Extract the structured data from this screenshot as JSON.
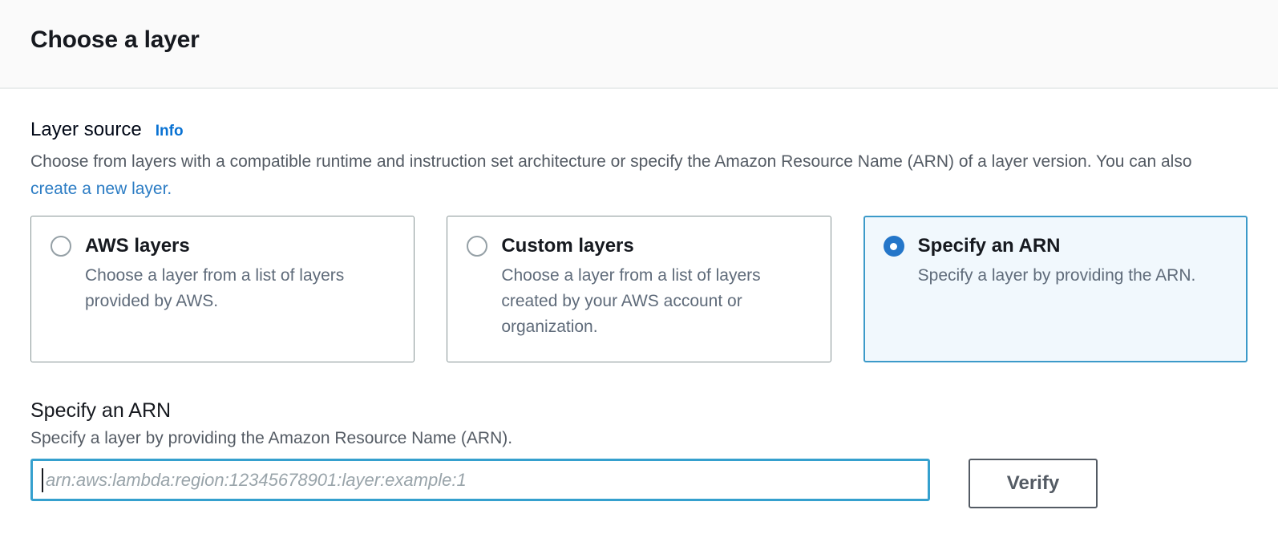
{
  "header": {
    "title": "Choose a layer"
  },
  "layer_source": {
    "label": "Layer source",
    "info_link": "Info",
    "description": "Choose from layers with a compatible runtime and instruction set architecture or specify the Amazon Resource Name (ARN) of a layer version. You can also ",
    "create_link": "create a new layer."
  },
  "options": [
    {
      "title": "AWS layers",
      "description": "Choose a layer from a list of layers provided by AWS.",
      "selected": false
    },
    {
      "title": "Custom layers",
      "description": "Choose a layer from a list of layers created by your AWS account or organization.",
      "selected": false
    },
    {
      "title": "Specify an ARN",
      "description": "Specify a layer by providing the ARN.",
      "selected": true
    }
  ],
  "arn_section": {
    "title": "Specify an ARN",
    "description": "Specify a layer by providing the Amazon Resource Name (ARN).",
    "input": {
      "value": "",
      "placeholder": "arn:aws:lambda:region:12345678901:layer:example:1"
    },
    "verify_button": "Verify"
  },
  "colors": {
    "header_bg": "#fafafa",
    "divider": "#eaeded",
    "heading_text": "#16191f",
    "body_text": "#545b64",
    "link_blue": "#2b7cc4",
    "info_link_blue": "#0972d3",
    "radio_selected_blue": "#2476c9",
    "selected_card_border": "#3c9ac9",
    "selected_card_bg": "#f1f8fd",
    "focused_input_border": "#35a0ce",
    "button_border_text": "#545b64"
  }
}
